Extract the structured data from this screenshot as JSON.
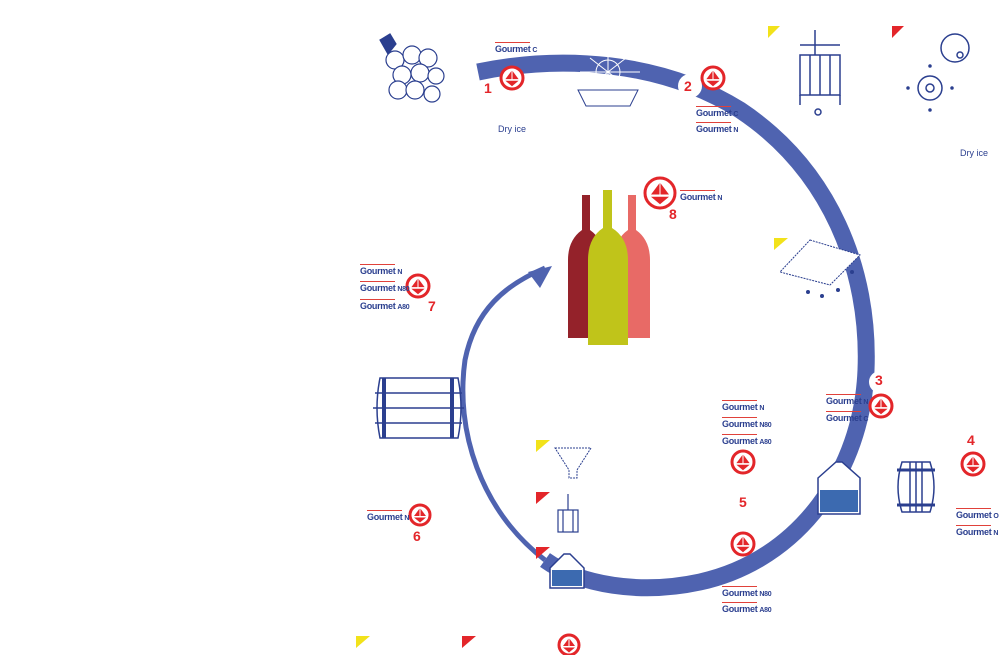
{
  "colors": {
    "ring": "#4f63b0",
    "marker": "#e3262a",
    "flag_yellow": "#f2e21a",
    "flag_red": "#e3262a",
    "bottle_red": "#94222a",
    "bottle_green": "#c0c41a",
    "bottle_rose": "#e86a66"
  },
  "brand": "Gourmet",
  "steps": [
    {
      "number": "1",
      "labels": [
        "C"
      ],
      "note": "Dry ice"
    },
    {
      "number": "2",
      "labels": [
        "C",
        "N"
      ]
    },
    {
      "number": "3",
      "labels": [
        "N",
        "C"
      ]
    },
    {
      "number": "4",
      "labels": [
        "O",
        "N"
      ]
    },
    {
      "number": "5",
      "labels_top": [
        "N",
        "N80",
        "A80"
      ],
      "labels_bottom": [
        "N80",
        "A80"
      ]
    },
    {
      "number": "6",
      "labels": [
        "N"
      ]
    },
    {
      "number": "7",
      "labels": [
        "N",
        "N80",
        "A80"
      ]
    },
    {
      "number": "8",
      "labels": [
        "N"
      ]
    }
  ],
  "press_note": "Dry ice",
  "icons": [
    "grapes-icon",
    "destemmer-icon",
    "press-icon",
    "cold-maceration-icon",
    "filter-plate-icon",
    "tank-icon",
    "barrel-icon",
    "funnel-icon",
    "bottles-icon",
    "gas-marker-icon",
    "flag-icon"
  ]
}
